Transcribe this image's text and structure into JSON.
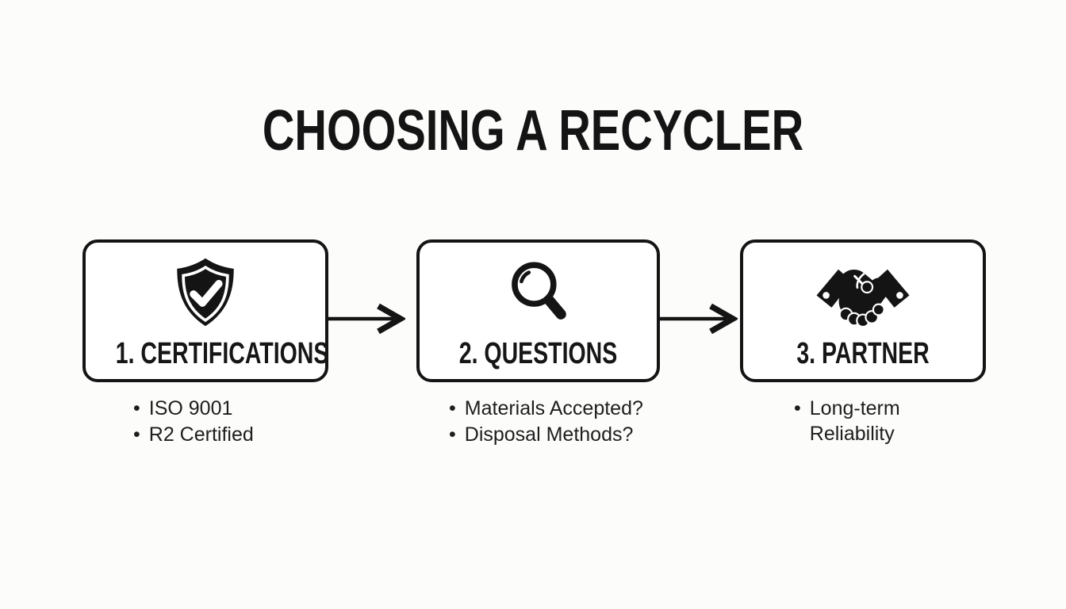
{
  "title": "CHOOSING A RECYCLER",
  "bullet_char": "•",
  "steps": [
    {
      "label": "1. CERTIFICATIONS",
      "icon": "shield-check-icon",
      "bullets": [
        "ISO 9001",
        "R2 Certified"
      ]
    },
    {
      "label": "2. QUESTIONS",
      "icon": "magnifier-icon",
      "bullets": [
        "Materials Accepted?",
        "Disposal Methods?"
      ]
    },
    {
      "label": "3. PARTNER",
      "icon": "handshake-icon",
      "bullets": [
        "Long-term Reliability"
      ]
    }
  ],
  "colors": {
    "background": "#fcfcfb",
    "ink": "#141414",
    "box_background": "#ffffff"
  }
}
